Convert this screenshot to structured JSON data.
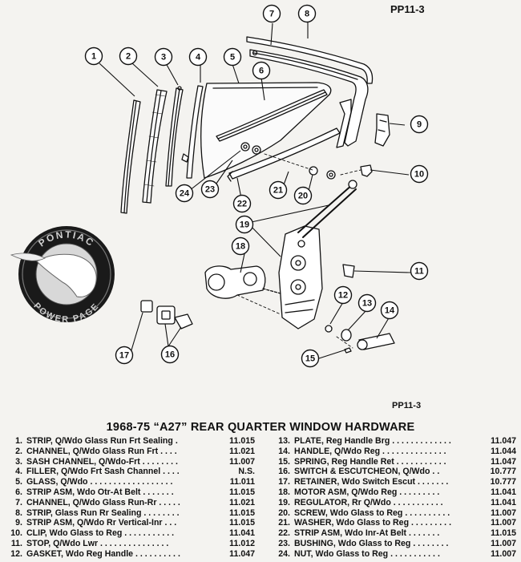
{
  "page_id_top": "PP11-3",
  "page_id_bottom": "PP11-3",
  "logo_text": "PONTIAC POWER PAGE",
  "title": "1968-75 “A27” REAR QUARTER WINDOW HARDWARE",
  "callouts": [
    "1",
    "2",
    "3",
    "4",
    "5",
    "6",
    "7",
    "8",
    "9",
    "10",
    "11",
    "12",
    "13",
    "14",
    "15",
    "16",
    "17",
    "18",
    "19",
    "20",
    "21",
    "22",
    "23",
    "24"
  ],
  "parts_left": [
    {
      "num": "1.",
      "name": "STRIP,",
      "detail": "Q/Wdo Glass Run Frt Sealing .",
      "code": "11.015"
    },
    {
      "num": "2.",
      "name": "CHANNEL,",
      "detail": "Q/Wdo Glass Run Frt . . . .",
      "code": "11.021"
    },
    {
      "num": "3.",
      "name": "SASH CHANNEL,",
      "detail": "Q/Wdo-Frt . . . . . . . .",
      "code": "11.007"
    },
    {
      "num": "4.",
      "name": "FILLER,",
      "detail": "Q/Wdo Frt Sash Channel . . . .",
      "code": "N.S."
    },
    {
      "num": "5.",
      "name": "GLASS,",
      "detail": "Q/Wdo . . . . . . . . . . . . . . . . . .",
      "code": "11.011"
    },
    {
      "num": "6.",
      "name": "STRIP ASM,",
      "detail": "Wdo Otr-At Belt . . . . . . .",
      "code": "11.015"
    },
    {
      "num": "7.",
      "name": "CHANNEL,",
      "detail": "Q/Wdo Glass Run-Rr . . . . .",
      "code": "11.021"
    },
    {
      "num": "8.",
      "name": "STRIP,",
      "detail": "Glass Run Rr Sealing . . . . . . . .",
      "code": "11.015"
    },
    {
      "num": "9.",
      "name": "STRIP ASM,",
      "detail": "Q/Wdo Rr Vertical-Inr . . .",
      "code": "11.015"
    },
    {
      "num": "10.",
      "name": "CLIP,",
      "detail": "Wdo Glass to Reg . . . . . . . . . . .",
      "code": "11.041"
    },
    {
      "num": "11.",
      "name": "STOP,",
      "detail": "Q/Wdo Lwr . . . . . . . . . . . . . . .",
      "code": "11.012"
    },
    {
      "num": "12.",
      "name": "GASKET,",
      "detail": "Wdo Reg Handle . . . . . . . . . .",
      "code": "11.047"
    }
  ],
  "parts_right": [
    {
      "num": "13.",
      "name": "PLATE,",
      "detail": "Reg Handle Brg . . . . . . . . . . . . .",
      "code": "11.047"
    },
    {
      "num": "14.",
      "name": "HANDLE,",
      "detail": "Q/Wdo Reg . . . . . . . . . . . . . .",
      "code": "11.044"
    },
    {
      "num": "15.",
      "name": "SPRING,",
      "detail": "Reg Handle Ret . . . . . . . . . . .",
      "code": "11.047"
    },
    {
      "num": "16.",
      "name": "SWITCH & ESCUTCHEON,",
      "detail": "Q/Wdo . .",
      "code": "10.777"
    },
    {
      "num": "17.",
      "name": "RETAINER,",
      "detail": "Wdo Switch Escut . . . . . . .",
      "code": "10.777"
    },
    {
      "num": "18.",
      "name": "MOTOR ASM,",
      "detail": "Q/Wdo Reg . . . . . . . . .",
      "code": "11.041"
    },
    {
      "num": "19.",
      "name": "REGULATOR,",
      "detail": "Rr Q/Wdo . . . . . . . . . . .",
      "code": "11.041"
    },
    {
      "num": "20.",
      "name": "SCREW,",
      "detail": "Wdo Glass to Reg . . . . . . . . . .",
      "code": "11.007"
    },
    {
      "num": "21.",
      "name": "WASHER,",
      "detail": "Wdo Glass to Reg . . . . . . . . .",
      "code": "11.007"
    },
    {
      "num": "22.",
      "name": "STRIP ASM,",
      "detail": "Wdo Inr-At Belt . . . . . . .",
      "code": "11.015"
    },
    {
      "num": "23.",
      "name": "BUSHING,",
      "detail": "Wdo Glass to Reg . . . . . . . .",
      "code": "11.007"
    },
    {
      "num": "24.",
      "name": "NUT,",
      "detail": "Wdo Glass to Reg . . . . . . . . . . .",
      "code": "11.007"
    }
  ]
}
